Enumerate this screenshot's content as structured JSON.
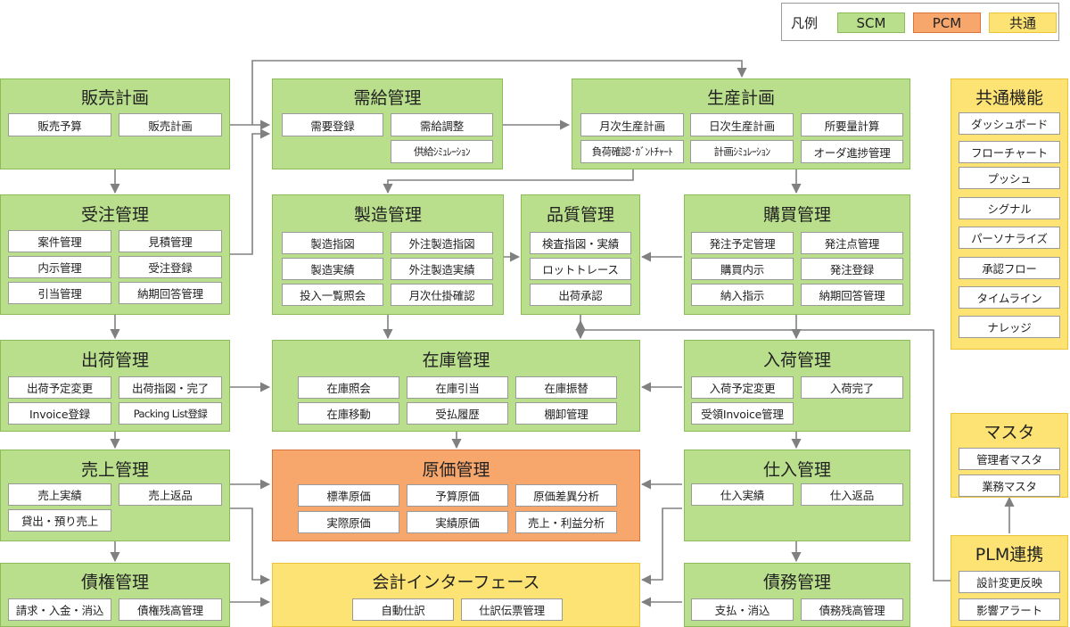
{
  "legend": {
    "title": "凡例",
    "items": [
      {
        "label": "SCM",
        "color": "#b9df8c"
      },
      {
        "label": "PCM",
        "color": "#f7a66c"
      },
      {
        "label": "共通",
        "color": "#fde274"
      }
    ]
  },
  "modules": {
    "sales_plan": {
      "title": "販売計画",
      "items": [
        "販売予算",
        "販売計画"
      ]
    },
    "demand": {
      "title": "需給管理",
      "items": [
        "需要登録",
        "需給調整",
        "供給ｼﾐｭﾚｰｼｮﾝ"
      ]
    },
    "production_plan": {
      "title": "生産計画",
      "items": [
        "月次生産計画",
        "日次生産計画",
        "所要量計算",
        "負荷確認･ｶﾞﾝﾄﾁｬｰﾄ",
        "計画ｼﾐｭﾚｰｼｮﾝ",
        "オーダ進捗管理"
      ]
    },
    "common_func": {
      "title": "共通機能",
      "items": [
        "ダッシュボード",
        "フローチャート",
        "プッシュ",
        "シグナル",
        "パーソナライズ",
        "承認フロー",
        "タイムライン",
        "ナレッジ"
      ]
    },
    "order": {
      "title": "受注管理",
      "items": [
        "案件管理",
        "見積管理",
        "内示管理",
        "受注登録",
        "引当管理",
        "納期回答管理"
      ]
    },
    "manufacturing": {
      "title": "製造管理",
      "items": [
        "製造指図",
        "外注製造指図",
        "製造実績",
        "外注製造実績",
        "投入一覧照会",
        "月次仕掛確認"
      ]
    },
    "quality": {
      "title": "品質管理",
      "items": [
        "検査指図・実績",
        "ロットトレース",
        "出荷承認"
      ]
    },
    "purchasing": {
      "title": "購買管理",
      "items": [
        "発注予定管理",
        "発注点管理",
        "購買内示",
        "発注登録",
        "納入指示",
        "納期回答管理"
      ]
    },
    "shipping": {
      "title": "出荷管理",
      "items": [
        "出荷予定変更",
        "出荷指図・完了",
        "Invoice登録",
        "Packing List登録"
      ]
    },
    "inventory": {
      "title": "在庫管理",
      "items": [
        "在庫照会",
        "在庫引当",
        "在庫振替",
        "在庫移動",
        "受払履歴",
        "棚卸管理"
      ]
    },
    "receiving": {
      "title": "入荷管理",
      "items": [
        "入荷予定変更",
        "入荷完了",
        "受領Invoice管理"
      ]
    },
    "sales": {
      "title": "売上管理",
      "items": [
        "売上実績",
        "売上返品",
        "貸出・預り売上"
      ]
    },
    "cost": {
      "title": "原価管理",
      "items": [
        "標準原価",
        "予算原価",
        "原価差異分析",
        "実際原価",
        "実績原価",
        "売上・利益分析"
      ]
    },
    "procurement": {
      "title": "仕入管理",
      "items": [
        "仕入実績",
        "仕入返品"
      ]
    },
    "master": {
      "title": "マスタ",
      "items": [
        "管理者マスタ",
        "業務マスタ"
      ]
    },
    "receivables": {
      "title": "債権管理",
      "items": [
        "請求・入金・消込",
        "債権残高管理"
      ]
    },
    "accounting": {
      "title": "会計インターフェース",
      "items": [
        "自動仕訳",
        "仕訳伝票管理"
      ]
    },
    "payables": {
      "title": "債務管理",
      "items": [
        "支払・消込",
        "債務残高管理"
      ]
    },
    "plm": {
      "title": "PLM連携",
      "items": [
        "設計変更反映",
        "影響アラート"
      ]
    }
  },
  "colors": {
    "scm": "#b9df8c",
    "pcm": "#f7a66c",
    "common": "#fde274",
    "arrow": "#808080"
  }
}
